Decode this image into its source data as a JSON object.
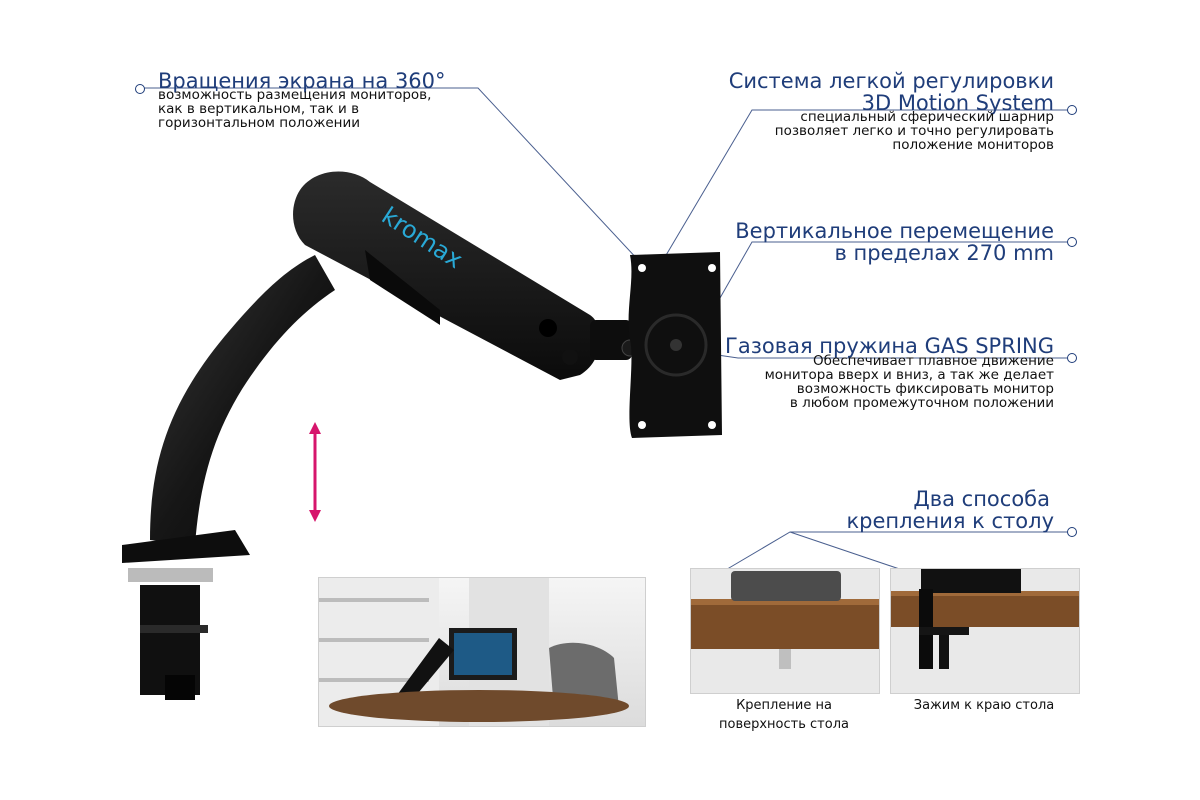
{
  "brand": {
    "logo_text": "kromax"
  },
  "callouts": {
    "rotation": {
      "title": "Вращения экрана на 360°",
      "desc_lines": [
        "возможность размещения мониторов,",
        "как в вертикальном, так и в",
        "горизонтальном положении"
      ]
    },
    "motion": {
      "title_lines": [
        "Система легкой регулировки",
        "3D Motion System"
      ],
      "desc_lines": [
        "специальный сферический шарнир",
        "позволяет легко и точно регулировать",
        "положение мониторов"
      ]
    },
    "vertical": {
      "title_lines": [
        "Вертикальное перемещение",
        "в пределах 270 mm"
      ]
    },
    "gas": {
      "title": "Газовая пружина GAS SPRING",
      "desc_lines": [
        "Обеспечивает плавное движение",
        "монитора вверх и вниз, а так же делает",
        "возможность фиксировать монитор",
        "в любом промежуточном положении"
      ]
    },
    "mount": {
      "title_lines": [
        "Два способа",
        "крепления к столу"
      ]
    }
  },
  "photos": {
    "surface": {
      "caption_lines": [
        "Крепление на",
        "поверхность стола"
      ]
    },
    "clamp": {
      "caption": "Зажим к краю стола"
    }
  },
  "colors": {
    "accent": "#1f3d7a",
    "arrow": "#d6156c",
    "logo": "#29a9d6",
    "arm": "#151515"
  }
}
